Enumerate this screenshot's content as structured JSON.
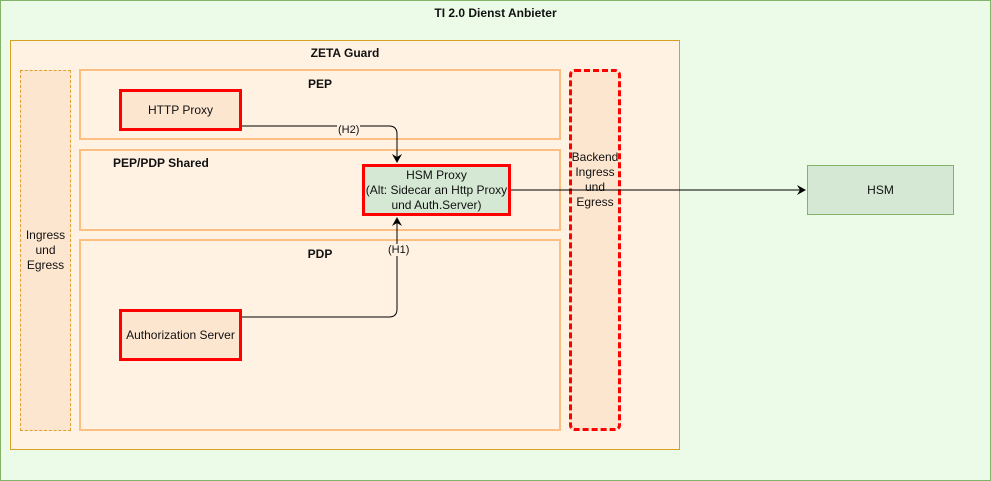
{
  "diagram": {
    "outer_title": "TI 2.0 Dienst Anbieter",
    "zeta_title": "ZETA Guard",
    "ingress_label": [
      "Ingress",
      "und",
      "Egress"
    ],
    "panels": {
      "pep": "PEP",
      "shared": "PEP/PDP Shared",
      "pdp": "PDP"
    },
    "nodes": {
      "http_proxy": "HTTP Proxy",
      "auth_server": "Authorization Server",
      "hsm_proxy": [
        "HSM Proxy",
        "(Alt: Sidecar an Http Proxy",
        "und Auth.Server)"
      ],
      "backend": [
        "Backend",
        "Ingress",
        "und",
        "Egress"
      ],
      "hsm": "HSM"
    },
    "edges": {
      "h2": "(H2)",
      "h1": "(H1)"
    },
    "colors": {
      "outer_fill": "#ebfbe8",
      "outer_stroke": "#82b366",
      "zeta_fill": "#fff2e3",
      "zeta_stroke": "#d6a020",
      "panel_stroke": "#fbbf82",
      "highlight_red": "#ff0000",
      "component_fill": "#fde6d0",
      "green_fill": "#d5e8d4"
    }
  }
}
